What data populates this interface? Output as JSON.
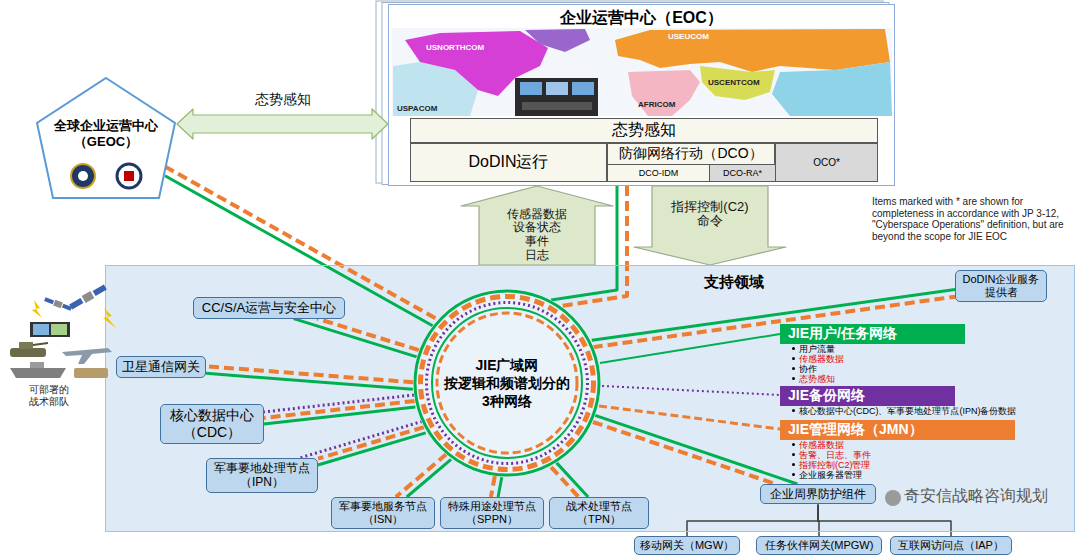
{
  "diagram": {
    "nodes": [
      {
        "text": [
          "全球企业运营中心（GEOC）"
        ]
      },
      {
        "text": [
          "企业运营中心（EOC）"
        ]
      },
      {
        "text": [
          "态势感知"
        ],
        "in": 1
      },
      {
        "text": [
          "DoDIN运行"
        ],
        "in": 1
      },
      {
        "text": [
          "防御网络行动（DCO）"
        ],
        "in": 1
      },
      {
        "text": [
          "DCO-IDM"
        ],
        "in": 4
      },
      {
        "text": [
          "DCO-RA*"
        ],
        "in": 4
      },
      {
        "text": [
          "OCO*"
        ],
        "in": 1
      },
      {
        "text": [
          "支持领域"
        ]
      },
      {
        "text": [
          "JIE广域网 按逻辑和频谱划分的 3种网络"
        ],
        "in": 8
      },
      {
        "text": [
          "DoDIN企业服务提供者"
        ],
        "in": 8
      },
      {
        "text": [
          "CC/S/A运营与安全中心"
        ],
        "in": 8
      },
      {
        "text": [
          "卫星通信网关"
        ],
        "in": 8
      },
      {
        "text": [
          "核心数据中心（CDC）"
        ],
        "in": 8
      },
      {
        "text": [
          "军事要地处理节点（IPN）"
        ],
        "in": 8
      },
      {
        "text": [
          "军事要地服务节点（ISN）"
        ],
        "in": 8
      },
      {
        "text": [
          "特殊用途处理节点（SPPN）"
        ],
        "in": 8
      },
      {
        "text": [
          "战术处理节点（TPN）"
        ],
        "in": 8
      },
      {
        "text": [
          "企业周界防护组件"
        ],
        "in": 8
      },
      {
        "text": [
          "移动网关（MGW）"
        ]
      },
      {
        "text": [
          "任务伙伴网关(MPGW)"
        ]
      },
      {
        "text": [
          "互联网访问点（IAP）"
        ]
      }
    ],
    "edges": [
      {
        "from": 0,
        "to": 1,
        "arrow": "both",
        "label": "态势感知"
      },
      {
        "from": 8,
        "to": 1,
        "arrow": "to",
        "label": "传感器数据 设备状态 事件 日志"
      },
      {
        "from": 1,
        "to": 8,
        "arrow": "to",
        "label": "指挥控制(C2) 命令"
      },
      {
        "from": 0,
        "to": 9,
        "arrow": "none"
      },
      {
        "from": 0,
        "to": 9,
        "arrow": "none"
      },
      {
        "from": 1,
        "to": 9,
        "arrow": "none"
      },
      {
        "from": 1,
        "to": 9,
        "arrow": "none"
      },
      {
        "from": 9,
        "to": 10,
        "arrow": "none"
      },
      {
        "from": 9,
        "to": 10,
        "arrow": "none"
      },
      {
        "from": 9,
        "to": 11,
        "arrow": "none"
      },
      {
        "from": 9,
        "to": 11,
        "arrow": "none"
      },
      {
        "from": 9,
        "to": 12,
        "arrow": "none"
      },
      {
        "from": 9,
        "to": 12,
        "arrow": "none"
      },
      {
        "from": 9,
        "to": 13,
        "arrow": "none"
      },
      {
        "from": 9,
        "to": 13,
        "arrow": "none"
      },
      {
        "from": 9,
        "to": 13,
        "arrow": "none"
      },
      {
        "from": 9,
        "to": 14,
        "arrow": "none"
      },
      {
        "from": 9,
        "to": 14,
        "arrow": "none"
      },
      {
        "from": 9,
        "to": 14,
        "arrow": "none"
      },
      {
        "from": 9,
        "to": 15,
        "arrow": "none"
      },
      {
        "from": 9,
        "to": 15,
        "arrow": "none"
      },
      {
        "from": 9,
        "to": 16,
        "arrow": "none"
      },
      {
        "from": 9,
        "to": 16,
        "arrow": "none"
      },
      {
        "from": 9,
        "to": 17,
        "arrow": "none"
      },
      {
        "from": 9,
        "to": 17,
        "arrow": "none"
      },
      {
        "from": 9,
        "to": 18,
        "arrow": "none"
      },
      {
        "from": 9,
        "to": 18,
        "arrow": "none"
      },
      {
        "from": 18,
        "to": 19,
        "arrow": "none"
      },
      {
        "from": 18,
        "to": 20,
        "arrow": "none"
      },
      {
        "from": 18,
        "to": 21,
        "arrow": "none"
      }
    ],
    "labels": [
      "USNORTHCOM",
      "USEUCOM",
      "USCENTCOM",
      "AFRICOM",
      "USPACOM",
      "Items marked with * are shown for completeness in accordance with JP 3-12, \"Cyberspace Operations\" definition, but are beyond the scope for JIE EOC",
      "可部署的战术部队",
      "用户流量",
      "传感器数据",
      "协作",
      "态势感知",
      "核心数据中心(CDC)、军事要地处理节点(IPN)备份数据",
      "传感器数据",
      "告警、日志、事件",
      "指挥控制(C2)管理",
      "企业服务器管理",
      "奇安信战略咨询规划"
    ],
    "legend": [
      {
        "text": "JIE用户/任务网络",
        "color": "#00b050"
      },
      {
        "text": "JIE备份网络",
        "color": "#7030a0"
      },
      {
        "text": "JIE管理网络（JMN）",
        "color": "#ed7d31"
      }
    ]
  }
}
